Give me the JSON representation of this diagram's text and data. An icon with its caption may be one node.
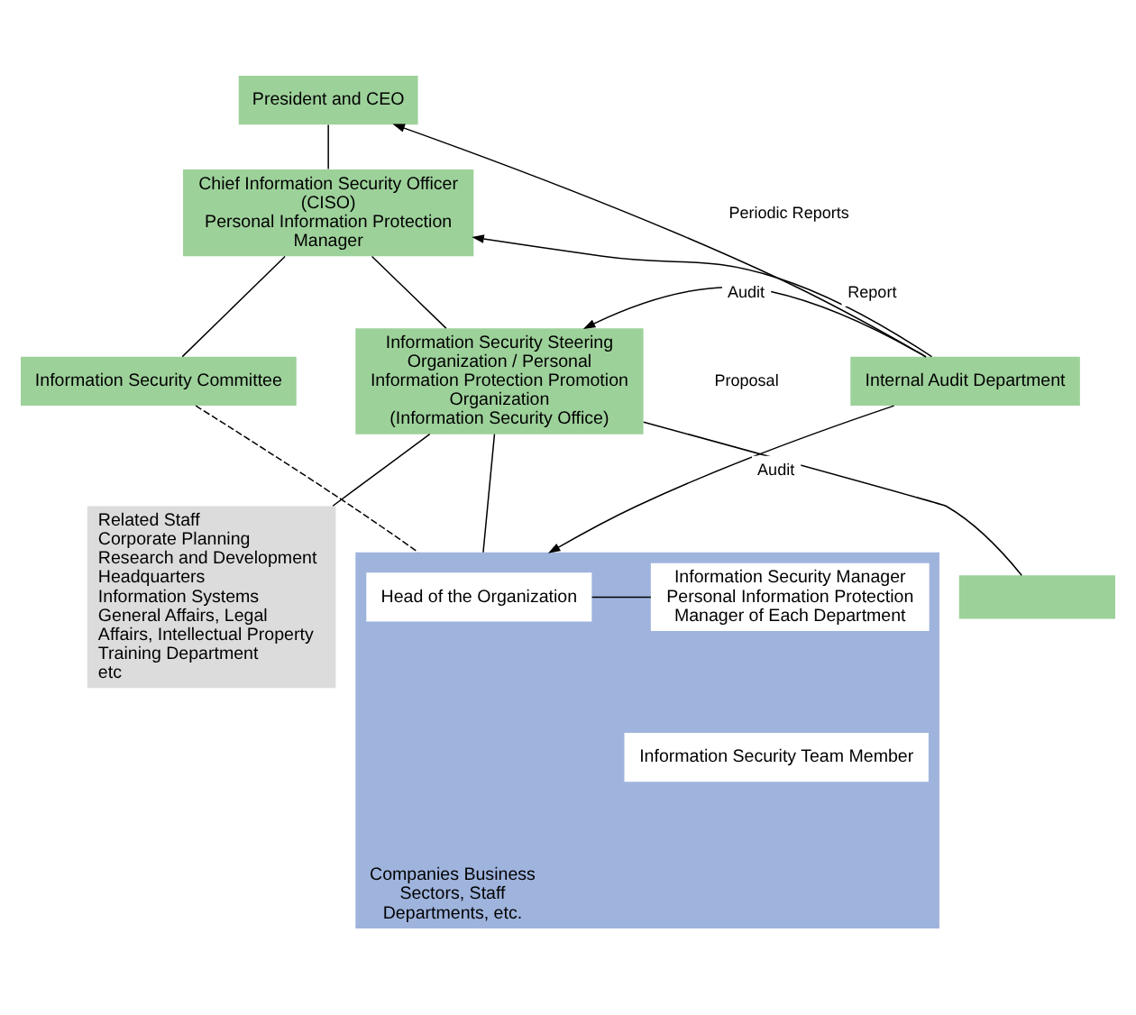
{
  "diagram": {
    "nodes": [
      {
        "text": [
          "President and CEO"
        ]
      },
      {
        "text": [
          "Chief Information Security Officer (CISO)",
          "Personal Information Protection Manager"
        ]
      },
      {
        "text": [
          "Information Security Committee"
        ]
      },
      {
        "text": [
          "Information Security Steering Organization / Personal Information Protection Promotion Organization",
          "(Information Security Office)"
        ]
      },
      {
        "text": [
          "Internal Audit Department"
        ]
      },
      {
        "text": [],
        "shape": "box"
      },
      {
        "text": [
          "Related Staff",
          "Corporate Planning",
          "Research and Development Headquarters",
          "Information Systems",
          "General Affairs, Legal Affairs, Intellectual Property",
          "Training Department",
          "etc"
        ]
      },
      {
        "text": [
          "Companies Business Sectors, Staff Departments, etc."
        ]
      },
      {
        "text": [
          "Head of the Organization"
        ],
        "in": 7
      },
      {
        "text": [
          "Information Security Manager",
          "Personal Information Protection Manager of Each Department"
        ],
        "in": 7
      },
      {
        "text": [
          "Information Security Team Member"
        ],
        "in": 7
      }
    ],
    "edges": [
      {
        "from": 0,
        "to": 1,
        "arrow": "none"
      },
      {
        "from": 1,
        "to": 2,
        "arrow": "none"
      },
      {
        "from": 1,
        "to": 3,
        "arrow": "none"
      },
      {
        "from": 3,
        "to": 5,
        "arrow": "none"
      },
      {
        "from": 3,
        "to": 6,
        "arrow": "none"
      },
      {
        "from": 3,
        "to": 7,
        "arrow": "none"
      },
      {
        "from": 2,
        "to": 7,
        "arrow": "none",
        "style": "dashed"
      },
      {
        "from": 8,
        "to": 9,
        "arrow": "none"
      },
      {
        "from": 4,
        "to": 0,
        "arrow": "to",
        "label": "Periodic Reports"
      },
      {
        "from": 4,
        "to": 1,
        "arrow": "to",
        "label": "Report"
      },
      {
        "from": 4,
        "to": 3,
        "arrow": "to",
        "label": "Audit"
      },
      {
        "from": 4,
        "to": 7,
        "arrow": "to",
        "label": "Audit"
      }
    ],
    "labels": [
      "Proposal"
    ]
  }
}
